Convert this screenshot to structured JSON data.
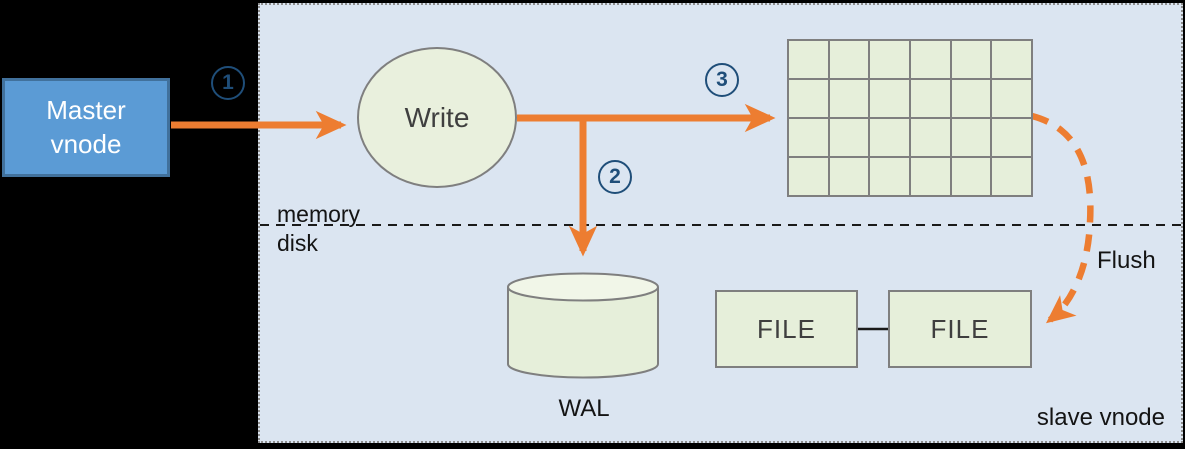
{
  "colors": {
    "background": "#000000",
    "panel_bg": "#dbe5f1",
    "accent_orange": "#ed7d31",
    "master_fill": "#5b9bd5",
    "master_border": "#41719c",
    "shape_fill": "#e6efda",
    "shape_border": "#7f7f7f",
    "step_navy": "#1f4e79"
  },
  "master_vnode": {
    "line1": "Master",
    "line2": "vnode"
  },
  "write_node": {
    "label": "Write"
  },
  "steps": [
    {
      "label": "1"
    },
    {
      "label": "2"
    },
    {
      "label": "3"
    }
  ],
  "divider": {
    "above_label": "memory",
    "below_label": "disk"
  },
  "memtable": {
    "rows": 4,
    "cols": 6
  },
  "wal": {
    "label": "WAL"
  },
  "files": [
    {
      "label": "FILE"
    },
    {
      "label": "FILE"
    }
  ],
  "flush": {
    "label": "Flush"
  },
  "panel": {
    "label": "slave vnode"
  }
}
